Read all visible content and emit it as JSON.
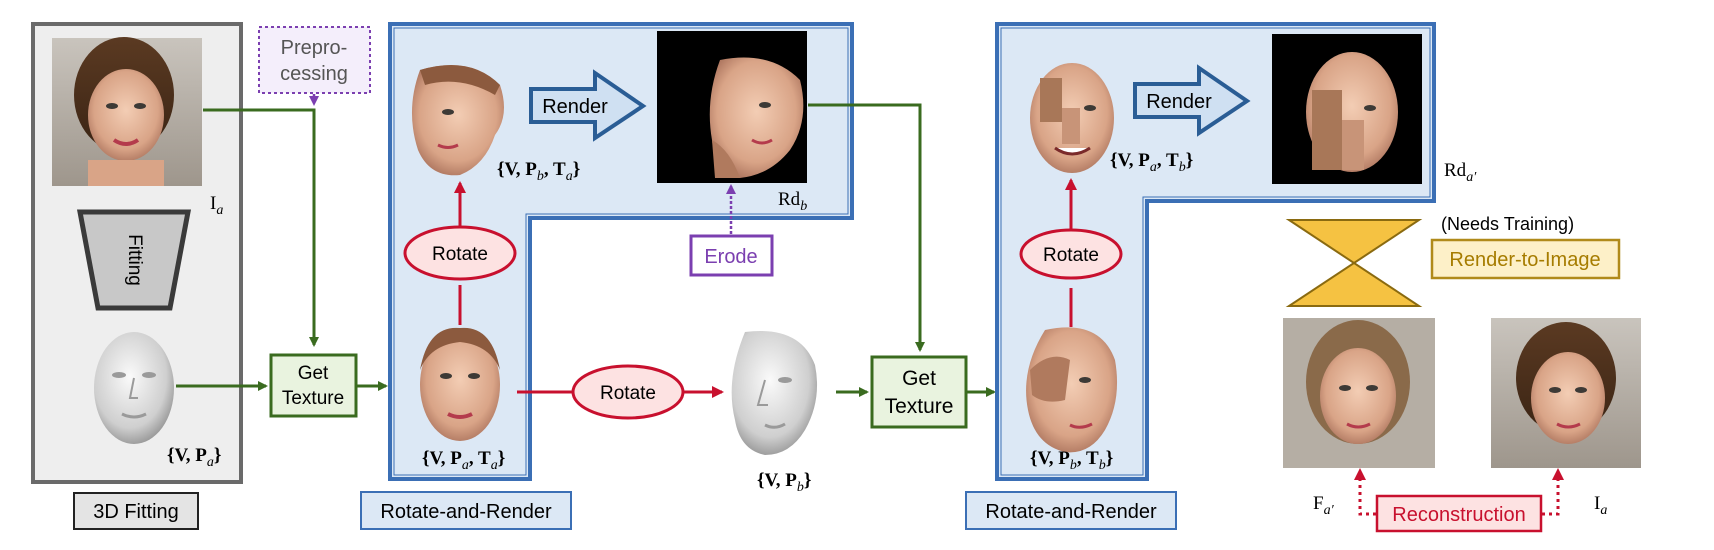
{
  "labels": {
    "preprocessing_line1": "Prepro-",
    "preprocessing_line2": "cessing",
    "fitting": "Fitting",
    "get_texture_line1": "Get",
    "get_texture_line2": "Texture",
    "render": "Render",
    "rotate": "Rotate",
    "erode": "Erode",
    "needs_training": "(Needs Training)",
    "render_to_image": "Render-to-Image",
    "reconstruction": "Reconstruction"
  },
  "captions": {
    "three_d_fitting": "3D Fitting",
    "rotate_and_render": "Rotate-and-Render"
  },
  "symbols": {
    "i_a": {
      "main": "I",
      "sub": "a"
    },
    "v_pa": {
      "text": "{V, P",
      "sub": "a",
      "end": "}"
    },
    "v_pa_ta": {
      "p1": "{V, P",
      "s1": "a",
      "p2": ", T",
      "s2": "a",
      "end": "}"
    },
    "v_pb_ta": {
      "p1": "{V, P",
      "s1": "b",
      "p2": ", T",
      "s2": "a",
      "end": "}"
    },
    "v_pb": {
      "text": "{V, P",
      "sub": "b",
      "end": "}"
    },
    "v_pa_tb": {
      "p1": "{V, P",
      "s1": "a",
      "p2": ", T",
      "s2": "b",
      "end": "}"
    },
    "v_pb_tb": {
      "p1": "{V, P",
      "s1": "b",
      "p2": ", T",
      "s2": "b",
      "end": "}"
    },
    "rd_b": {
      "main": "Rd",
      "sub": "b"
    },
    "rd_a_prime": {
      "main": "Rd",
      "sub": "a′"
    },
    "f_a_prime": {
      "main": "F",
      "sub": "a′"
    },
    "i_a_right": {
      "main": "I",
      "sub": "a"
    }
  },
  "colors": {
    "green": "#3a6b1f",
    "red": "#c8102e",
    "purple": "#7b3fb0",
    "blue_panel": "#dce8f5",
    "blue_border": "#3b6fb5",
    "gold": "#f5c242",
    "gray_panel": "#eeeeee"
  }
}
